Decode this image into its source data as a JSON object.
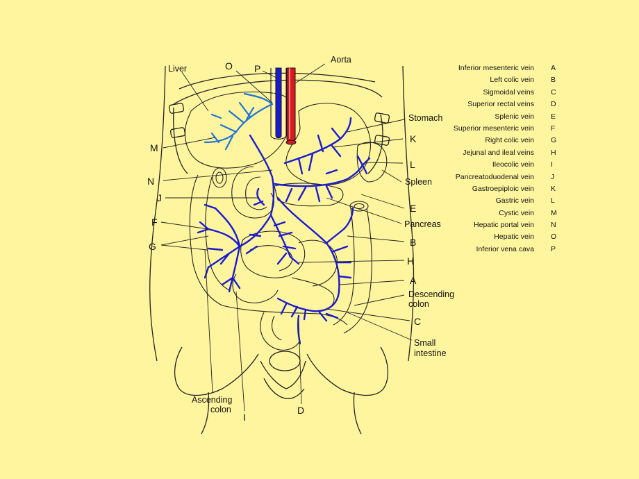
{
  "colors": {
    "background": "#FEF59E",
    "vein": "#1A1AD0",
    "hepatic_vein_light": "#1E73D8",
    "artery": "#D8191E",
    "outline": "#222222"
  },
  "figure_labels": {
    "liver": "Liver",
    "aorta": "Aorta",
    "stomach": "Stomach",
    "spleen": "Spleen",
    "pancreas": "Pancreas",
    "descending_colon_1": "Descending",
    "descending_colon_2": "colon",
    "small_intestine_1": "Small",
    "small_intestine_2": "intestine",
    "ascending_colon_1": "Ascending",
    "ascending_colon_2": "colon"
  },
  "letter_labels": {
    "O": "O",
    "P": "P",
    "M": "M",
    "N": "N",
    "J": "J",
    "F": "F",
    "G": "G",
    "K": "K",
    "L": "L",
    "E": "E",
    "B": "B",
    "H": "H",
    "A": "A",
    "C": "C",
    "I": "I",
    "D": "D"
  },
  "legend": [
    {
      "name": "Inferior mesenteric vein",
      "letter": "A"
    },
    {
      "name": "Left colic vein",
      "letter": "B"
    },
    {
      "name": "Sigmoidal veins",
      "letter": "C"
    },
    {
      "name": "Superior rectal veins",
      "letter": "D"
    },
    {
      "name": "Splenic vein",
      "letter": "E"
    },
    {
      "name": "Superior mesenteric vein",
      "letter": "F"
    },
    {
      "name": "Right colic vein",
      "letter": "G"
    },
    {
      "name": "Jejunal and ileal veins",
      "letter": "H"
    },
    {
      "name": "Ileocolic vein",
      "letter": "I"
    },
    {
      "name": "Pancreatoduodenal vein",
      "letter": "J"
    },
    {
      "name": "Gastroepiploic vein",
      "letter": "K"
    },
    {
      "name": "Gastric vein",
      "letter": "L"
    },
    {
      "name": "Cystic vein",
      "letter": "M"
    },
    {
      "name": "Hepatic portal vein",
      "letter": "N"
    },
    {
      "name": "Hepatic vein",
      "letter": "O"
    },
    {
      "name": "Inferior vena cava",
      "letter": "P"
    }
  ]
}
